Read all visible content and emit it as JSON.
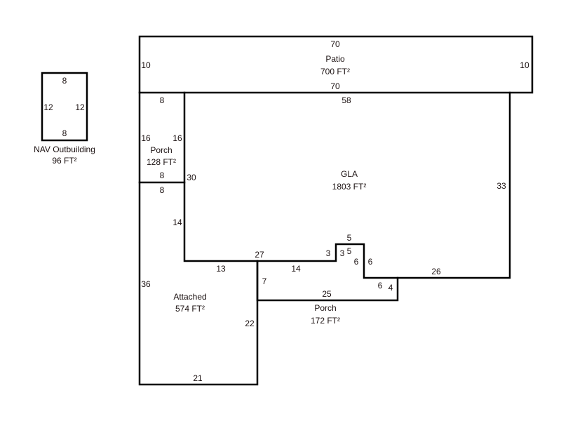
{
  "outbuilding": {
    "name": "NAV Outbuilding",
    "area": "96 FT²",
    "dims": {
      "top": "8",
      "bottom": "8",
      "left": "12",
      "right": "12"
    }
  },
  "patio": {
    "name": "Patio",
    "area": "700 FT²",
    "dims": {
      "top": "70",
      "bottom": "70",
      "left": "10",
      "right": "10"
    }
  },
  "porch_left": {
    "name": "Porch",
    "area": "128 FT²",
    "dims": {
      "top": "8",
      "bottom": "8",
      "left": "16",
      "right": "16"
    }
  },
  "gla": {
    "name": "GLA",
    "area": "1803 FT²",
    "dims": {
      "top": "58",
      "right": "33",
      "left_upper": "30",
      "left_lower": "14",
      "bottom_a": "27",
      "step_a": "3",
      "step_top": "5",
      "step_b": "6",
      "bottom_b": "26"
    }
  },
  "attached": {
    "name": "Attached",
    "area": "574 FT²",
    "dims": {
      "top": "8",
      "left": "36",
      "bottom": "21",
      "right": "22",
      "top_right": "13"
    }
  },
  "porch_bottom": {
    "name": "Porch",
    "area": "172 FT²",
    "dims": {
      "top": "14",
      "left": "7",
      "bottom": "25",
      "step_a": "3",
      "step_top": "5",
      "step_b": "6",
      "right": "4",
      "right_top": "6"
    }
  }
}
